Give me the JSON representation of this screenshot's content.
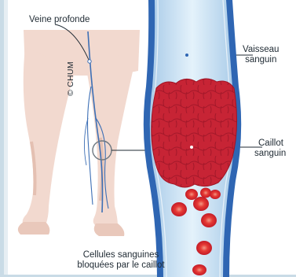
{
  "labels": {
    "deep_vein": "Veine profonde",
    "copyright": "© CHUM",
    "vessel_line1": "Vaisseau",
    "vessel_line2": "sanguin",
    "clot_line1": "Caillot",
    "clot_line2": "sanguin",
    "cells_line1": "Cellules sanguines",
    "cells_line2": "bloquées par le caillot"
  },
  "colors": {
    "skin": "#f2d9cf",
    "skin_shade": "#e4c0b2",
    "vein": "#3d6fb5",
    "vessel_outer": "#2f66b3",
    "vessel_fill": "#cfe6f5",
    "clot": "#c72435",
    "clot_dark": "#9f1424",
    "cell": "#d8242f",
    "leader": "#1f2a33"
  }
}
